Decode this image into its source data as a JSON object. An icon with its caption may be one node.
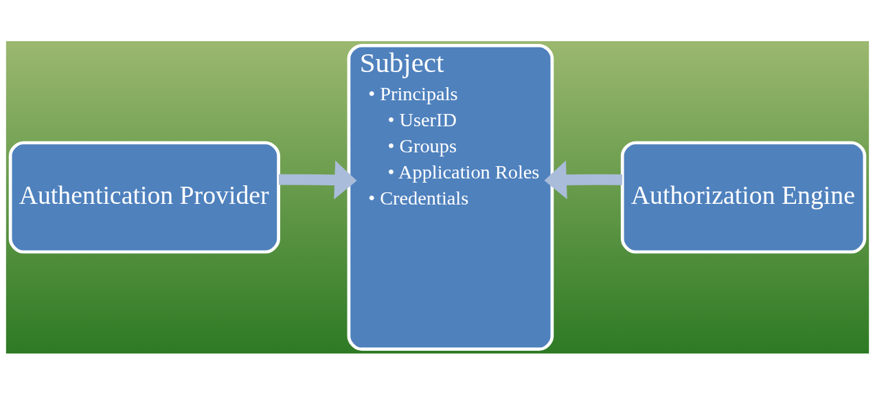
{
  "diagram": {
    "nodes": [
      {
        "text": [
          "Authentication Provider"
        ]
      },
      {
        "text": [
          "Subject",
          "• Principals",
          "• UserID",
          "• Groups",
          "• Application Roles",
          "• Credentials"
        ]
      },
      {
        "text": [
          "Authorization Engine"
        ]
      }
    ],
    "edges": [
      {
        "from": 0,
        "to": 1,
        "arrow": "to"
      },
      {
        "from": 2,
        "to": 1,
        "arrow": "to"
      }
    ]
  }
}
